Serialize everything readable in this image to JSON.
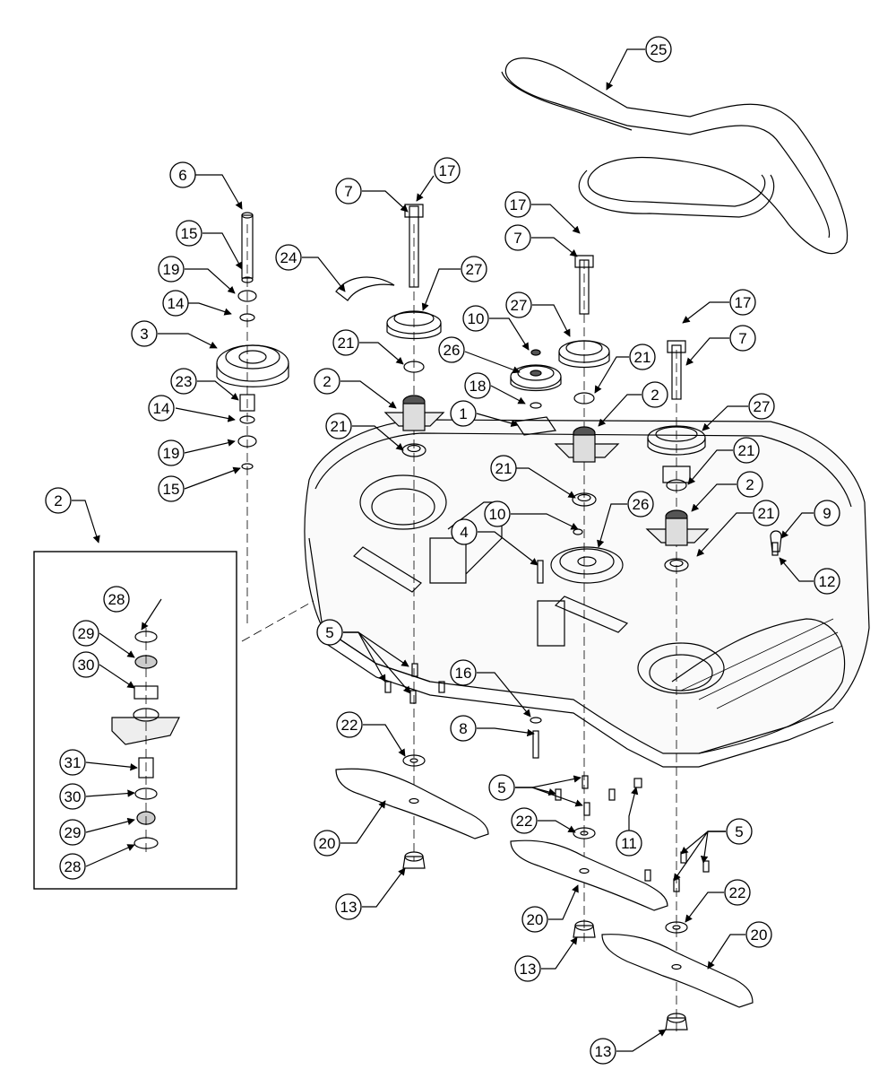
{
  "callouts": [
    {
      "id": "c-6",
      "label": "6"
    },
    {
      "id": "c-15a",
      "label": "15"
    },
    {
      "id": "c-19a",
      "label": "19"
    },
    {
      "id": "c-14a",
      "label": "14"
    },
    {
      "id": "c-3",
      "label": "3"
    },
    {
      "id": "c-23",
      "label": "23"
    },
    {
      "id": "c-14b",
      "label": "14"
    },
    {
      "id": "c-19b",
      "label": "19"
    },
    {
      "id": "c-15b",
      "label": "15"
    },
    {
      "id": "c-24",
      "label": "24"
    },
    {
      "id": "c-7a",
      "label": "7"
    },
    {
      "id": "c-17a",
      "label": "17"
    },
    {
      "id": "c-27a",
      "label": "27"
    },
    {
      "id": "c-21a",
      "label": "21"
    },
    {
      "id": "c-2a",
      "label": "2"
    },
    {
      "id": "c-21b",
      "label": "21"
    },
    {
      "id": "c-10a",
      "label": "10"
    },
    {
      "id": "c-26a",
      "label": "26"
    },
    {
      "id": "c-18",
      "label": "18"
    },
    {
      "id": "c-1",
      "label": "1"
    },
    {
      "id": "c-17b",
      "label": "17"
    },
    {
      "id": "c-7b",
      "label": "7"
    },
    {
      "id": "c-27b",
      "label": "27"
    },
    {
      "id": "c-21c",
      "label": "21"
    },
    {
      "id": "c-2b",
      "label": "2"
    },
    {
      "id": "c-21d",
      "label": "21"
    },
    {
      "id": "c-25",
      "label": "25"
    },
    {
      "id": "c-17c",
      "label": "17"
    },
    {
      "id": "c-7c",
      "label": "7"
    },
    {
      "id": "c-27c",
      "label": "27"
    },
    {
      "id": "c-21e",
      "label": "21"
    },
    {
      "id": "c-2c",
      "label": "2"
    },
    {
      "id": "c-21f",
      "label": "21"
    },
    {
      "id": "c-9",
      "label": "9"
    },
    {
      "id": "c-12",
      "label": "12"
    },
    {
      "id": "c-10b",
      "label": "10"
    },
    {
      "id": "c-26b",
      "label": "26"
    },
    {
      "id": "c-4",
      "label": "4"
    },
    {
      "id": "c-2d",
      "label": "2"
    },
    {
      "id": "c-28a",
      "label": "28"
    },
    {
      "id": "c-29a",
      "label": "29"
    },
    {
      "id": "c-30a",
      "label": "30"
    },
    {
      "id": "c-31",
      "label": "31"
    },
    {
      "id": "c-30b",
      "label": "30"
    },
    {
      "id": "c-29b",
      "label": "29"
    },
    {
      "id": "c-28b",
      "label": "28"
    },
    {
      "id": "c-5a",
      "label": "5"
    },
    {
      "id": "c-16",
      "label": "16"
    },
    {
      "id": "c-8",
      "label": "8"
    },
    {
      "id": "c-22a",
      "label": "22"
    },
    {
      "id": "c-20a",
      "label": "20"
    },
    {
      "id": "c-13a",
      "label": "13"
    },
    {
      "id": "c-5b",
      "label": "5"
    },
    {
      "id": "c-22b",
      "label": "22"
    },
    {
      "id": "c-11",
      "label": "11"
    },
    {
      "id": "c-5c",
      "label": "5"
    },
    {
      "id": "c-20b",
      "label": "20"
    },
    {
      "id": "c-13b",
      "label": "13"
    },
    {
      "id": "c-22c",
      "label": "22"
    },
    {
      "id": "c-20c",
      "label": "20"
    },
    {
      "id": "c-13c",
      "label": "13"
    }
  ]
}
